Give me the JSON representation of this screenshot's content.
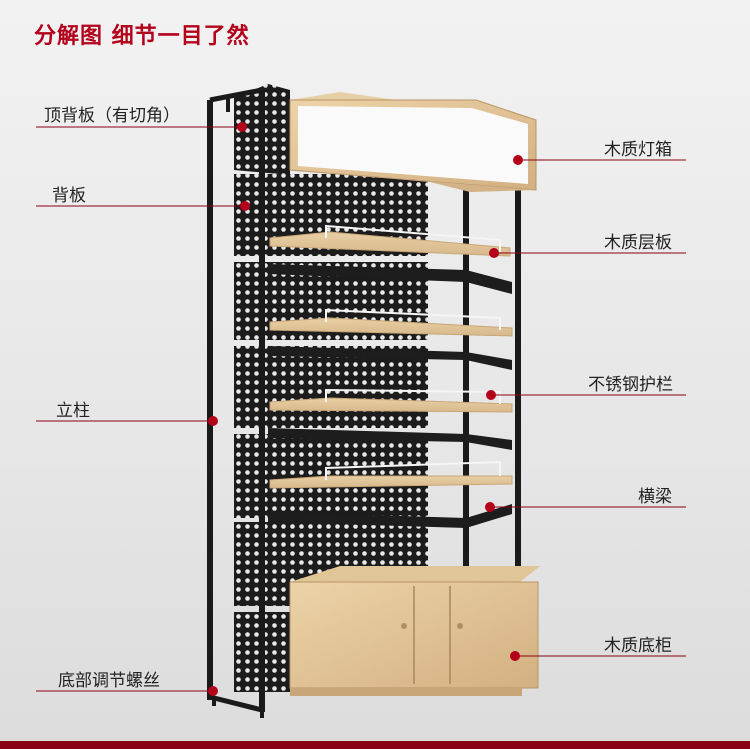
{
  "title": "分解图 细节一目了然",
  "labels_left": {
    "top_back_panel": "顶背板（有切角）",
    "back_panel": "背板",
    "upright": "立柱",
    "adjust_screw": "底部调节螺丝"
  },
  "labels_right": {
    "wood_lightbox": "木质灯箱",
    "wood_shelf": "木质层板",
    "steel_guardrail": "不锈钢护栏",
    "crossbeam": "横梁",
    "wood_cabinet": "木质底柜"
  },
  "colors": {
    "accent": "#b3001b",
    "frame": "#1a1a1a",
    "wood": "#e3c79b",
    "wood_dark": "#c9a676",
    "lightbox_face": "#fafafa"
  }
}
